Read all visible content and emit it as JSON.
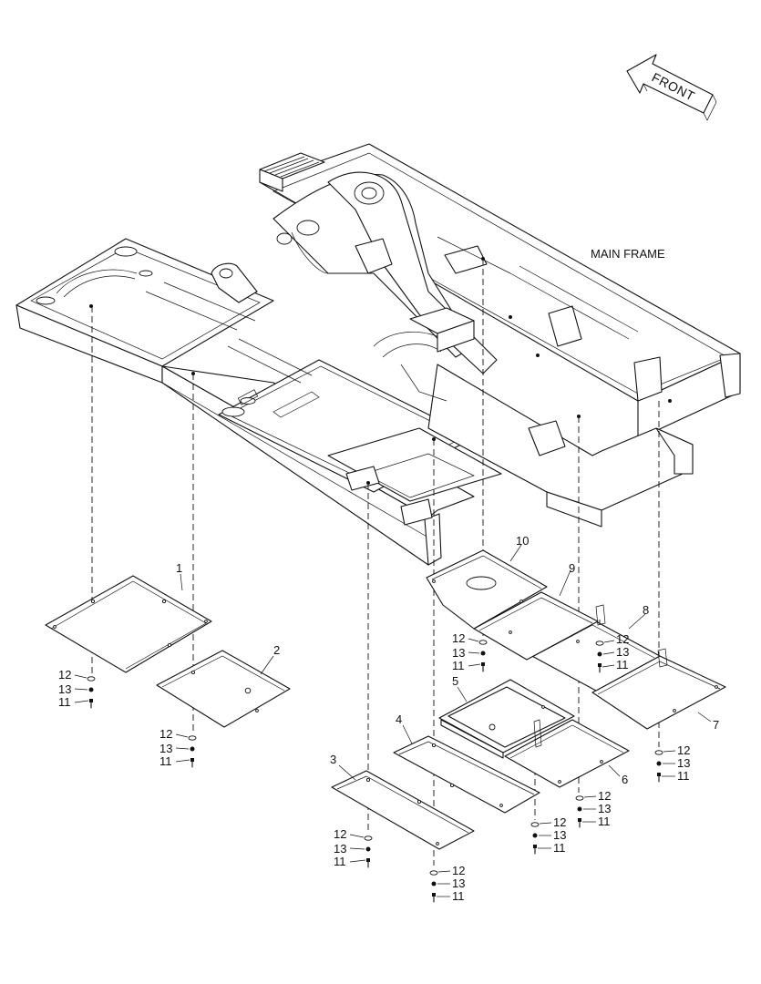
{
  "title": "MAIN FRAME",
  "front_arrow_label": "FRONT",
  "callouts": [
    {
      "id": "callout-1",
      "text": "1"
    },
    {
      "id": "callout-2",
      "text": "2"
    },
    {
      "id": "callout-3",
      "text": "3"
    },
    {
      "id": "callout-4",
      "text": "4"
    },
    {
      "id": "callout-5",
      "text": "5"
    },
    {
      "id": "callout-6",
      "text": "6"
    },
    {
      "id": "callout-7",
      "text": "7"
    },
    {
      "id": "callout-8",
      "text": "8"
    },
    {
      "id": "callout-9",
      "text": "9"
    },
    {
      "id": "callout-10",
      "text": "10"
    }
  ],
  "fastener_labels": {
    "washer": "12",
    "lockwasher": "13",
    "bolt": "11"
  },
  "fastener_stacks": [
    "stack-a",
    "stack-b",
    "stack-c",
    "stack-d",
    "stack-e",
    "stack-f",
    "stack-g",
    "stack-h"
  ]
}
